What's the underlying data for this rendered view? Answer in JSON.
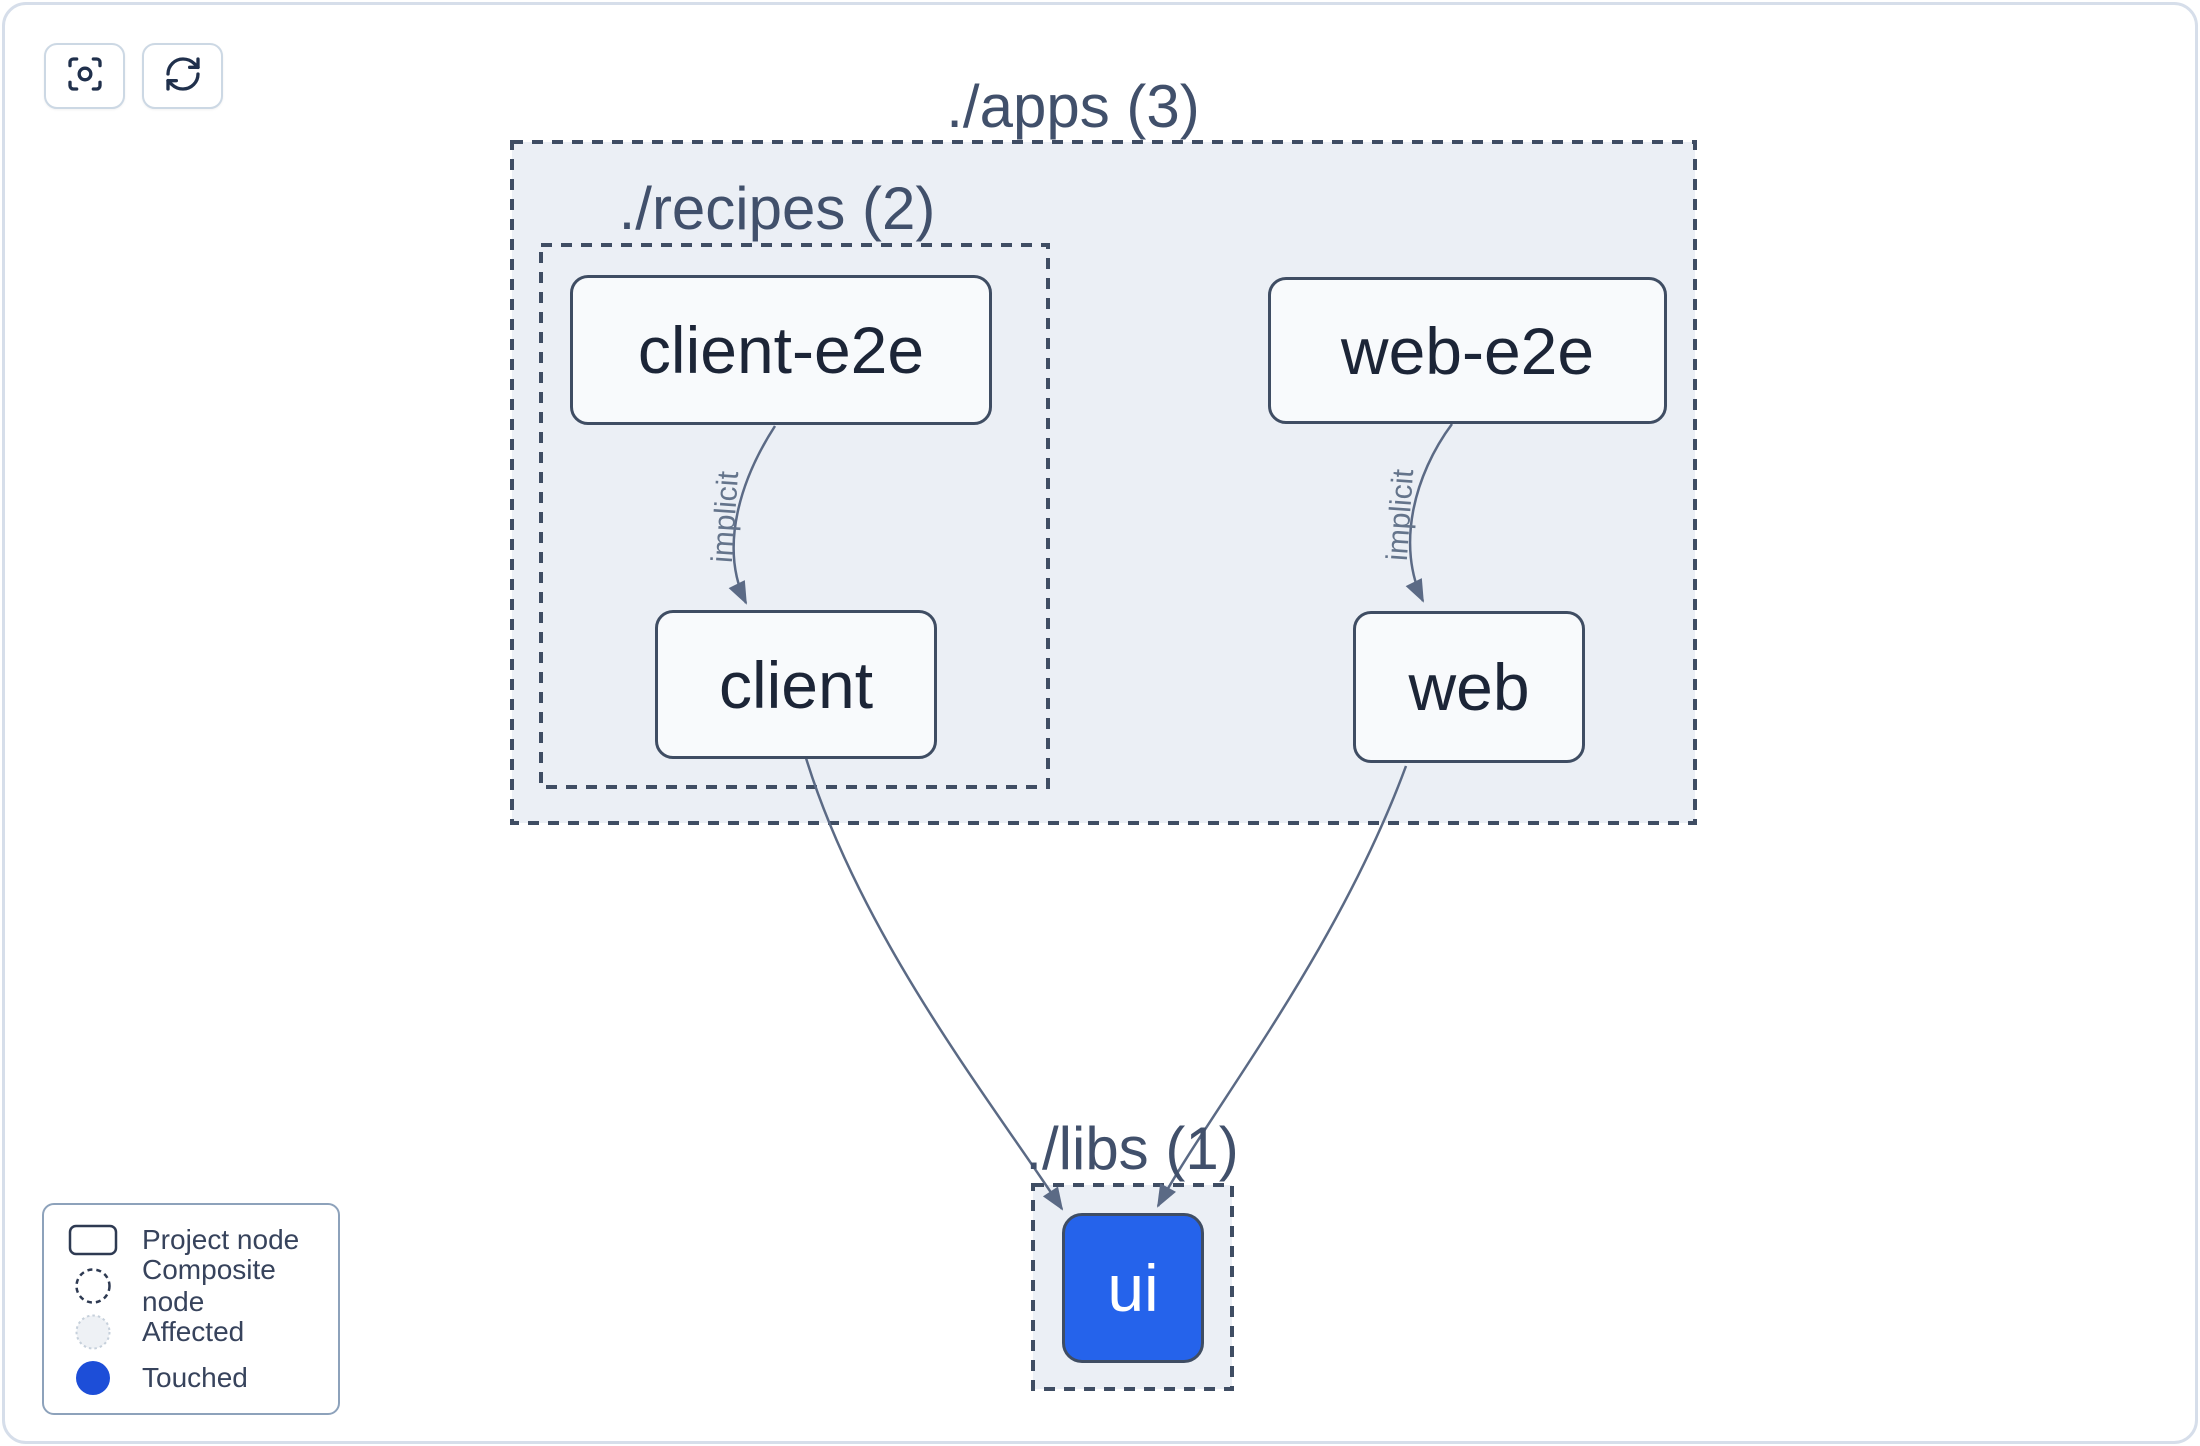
{
  "toolbar": {
    "buttons": [
      {
        "icon": "focus-icon"
      },
      {
        "icon": "refresh-icon"
      }
    ]
  },
  "graph": {
    "composites": [
      {
        "name": "apps",
        "label": "./apps (3)",
        "count": 3
      },
      {
        "name": "recipes",
        "label": "./recipes (2)",
        "count": 2
      },
      {
        "name": "libs",
        "label": "./libs (1)",
        "count": 1
      }
    ],
    "nodes": [
      {
        "label": "client-e2e",
        "type": "project",
        "state": "default"
      },
      {
        "label": "web-e2e",
        "type": "project",
        "state": "default"
      },
      {
        "label": "client",
        "type": "project",
        "state": "default"
      },
      {
        "label": "web",
        "type": "project",
        "state": "default"
      },
      {
        "label": "ui",
        "type": "project",
        "state": "touched"
      }
    ],
    "edges": [
      {
        "from": "client-e2e",
        "to": "client",
        "label": "implicit"
      },
      {
        "from": "web-e2e",
        "to": "web",
        "label": "implicit"
      },
      {
        "from": "client",
        "to": "ui",
        "label": ""
      },
      {
        "from": "web",
        "to": "ui",
        "label": ""
      }
    ]
  },
  "legend": {
    "items": [
      {
        "label": "Project node",
        "icon": "project-node-icon"
      },
      {
        "label": "Composite node",
        "icon": "composite-node-icon"
      },
      {
        "label": "Affected",
        "icon": "affected-node-icon"
      },
      {
        "label": "Touched",
        "icon": "touched-node-icon"
      }
    ]
  },
  "colors": {
    "touched-node": "#2563eb",
    "touched-legend": "#1d4ed8",
    "composite-bg": "#ebeff5",
    "composite-border": "#3f4d63",
    "node-bg": "#f8fafc",
    "node-border": "#3f4d63",
    "node-text": "#1c2537",
    "title-text": "#41506b",
    "edge": "#5b6a85",
    "edge-label": "#64748b",
    "legend-text": "#37435c",
    "canvas-border": "#d6deea"
  }
}
